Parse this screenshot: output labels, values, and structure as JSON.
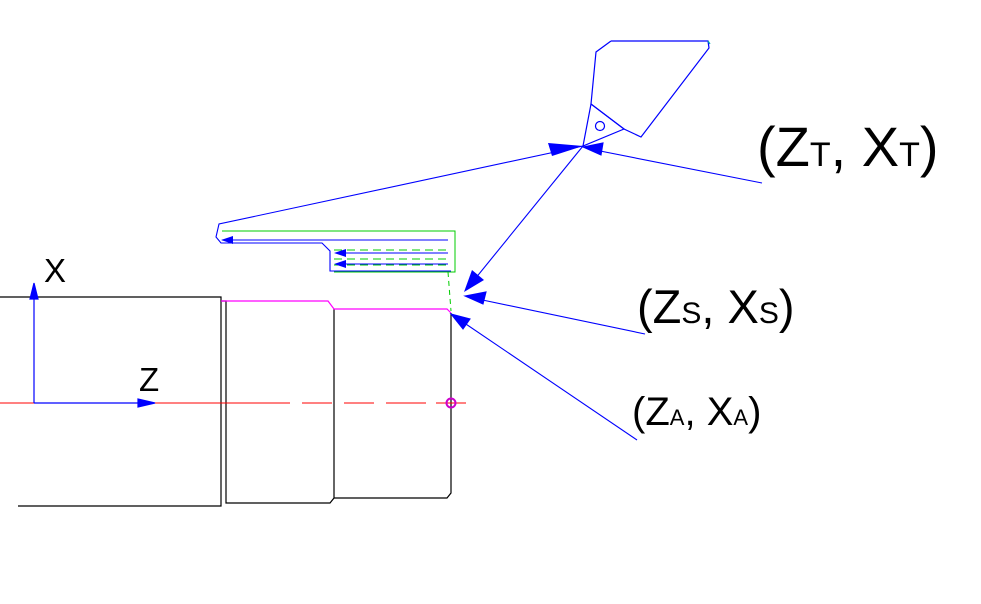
{
  "axes": {
    "x_label": "X",
    "z_label": "Z"
  },
  "points": {
    "tool": {
      "open": "(",
      "z": "Z",
      "z_sub": "T",
      "sep": ", ",
      "x": "X",
      "x_sub": "T",
      "close": ")"
    },
    "start": {
      "open": "(",
      "z": "Z",
      "z_sub": "S",
      "sep": ", ",
      "x": "X",
      "x_sub": "S",
      "close": ")"
    },
    "a": {
      "open": "(",
      "z": "Z",
      "z_sub": "A",
      "sep": ", ",
      "x": "X",
      "x_sub": "A",
      "close": ")"
    }
  },
  "colors": {
    "outline": "#000000",
    "profile": "#ff00ff",
    "centerline": "#ff0000",
    "leader": "#0000ff",
    "toolpath": "#00cc00",
    "tool": "#0000ff"
  }
}
